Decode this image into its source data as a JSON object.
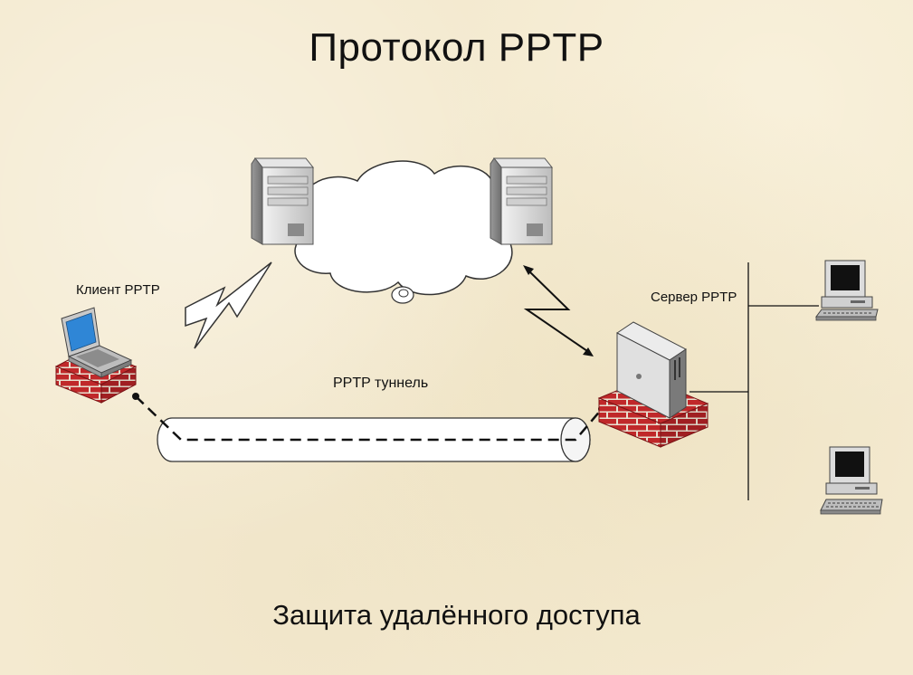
{
  "title": "Протокол PPTP",
  "subtitle": "Защита удалённого доступа",
  "labels": {
    "client": "Клиент PPTP",
    "server": "Сервер PPTP",
    "tunnel": "PPTP туннель"
  },
  "colors": {
    "background": "#f4ead0",
    "brick": "#c0282a",
    "mortar": "#e8e0d0",
    "server_body": "#d9d9d9",
    "screen": "#2f86d6"
  },
  "icons": [
    "server-icon",
    "cloud-icon",
    "lightning-icon",
    "laptop-icon",
    "firewall-icon",
    "tower-server-icon",
    "workstation-icon",
    "tunnel-icon"
  ]
}
